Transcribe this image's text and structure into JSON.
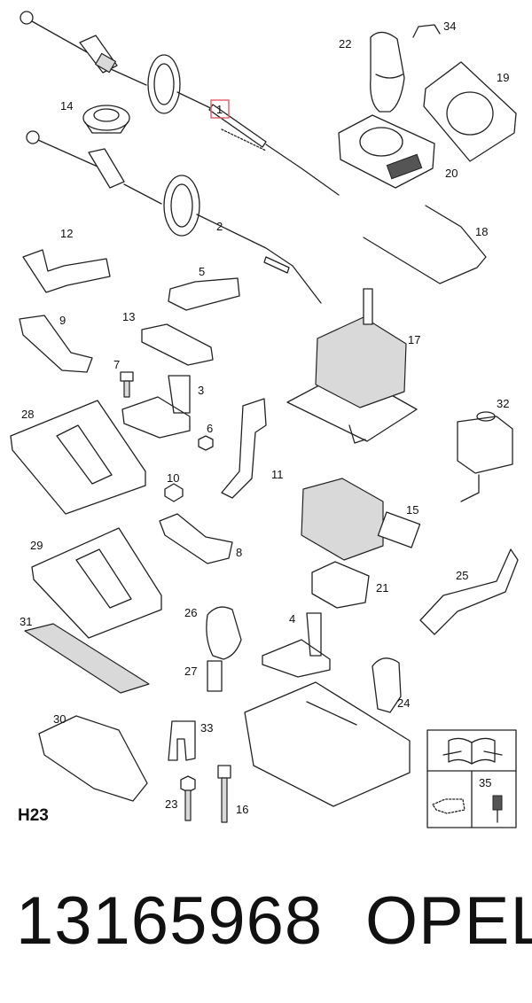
{
  "section_code": "H23",
  "callouts": {
    "c1": "1",
    "c2": "2",
    "c3": "3",
    "c4": "4",
    "c5": "5",
    "c6": "6",
    "c7": "7",
    "c8": "8",
    "c9": "9",
    "c10": "10",
    "c11": "11",
    "c12": "12",
    "c13": "13",
    "c14": "14",
    "c15": "15",
    "c16": "16",
    "c17": "17",
    "c18": "18",
    "c19": "19",
    "c20": "20",
    "c21": "21",
    "c22": "22",
    "c23": "23",
    "c24": "24",
    "c25": "25",
    "c26": "26",
    "c27": "27",
    "c28": "28",
    "c29": "29",
    "c30": "30",
    "c31": "31",
    "c32": "32",
    "c33": "33",
    "c34": "34",
    "c35": "35"
  },
  "highlighted_callout": "1",
  "colors": {
    "highlight": "#e05a6a",
    "ink": "#222222"
  },
  "icons": [
    "repair-manual-icon",
    "oil-can-icon",
    "switch-icon"
  ],
  "part_number": "13165968",
  "brand": "OPEL"
}
